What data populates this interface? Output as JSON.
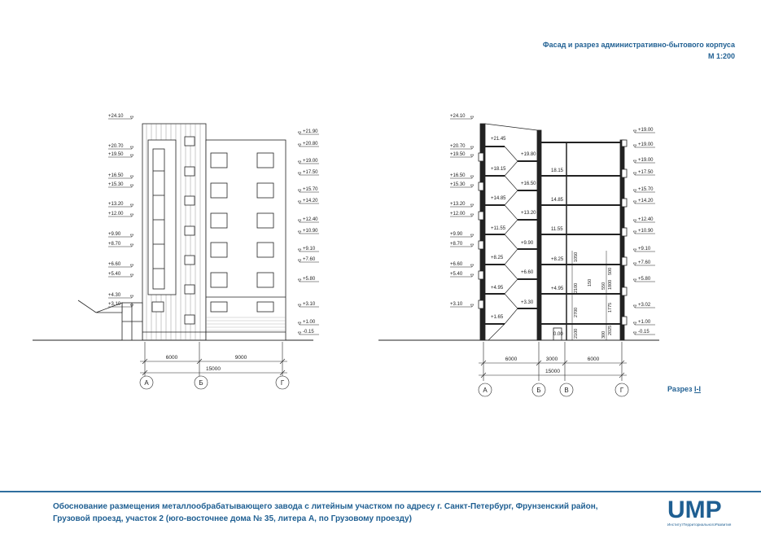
{
  "header": {
    "title": "Фасад и разрез административно-бытового корпуса",
    "scale": "М 1:200"
  },
  "facade": {
    "left_levels": [
      "+24.10",
      "+20.70",
      "+19.50",
      "+16.50",
      "+15.30",
      "+13.20",
      "+12.00",
      "+9.90",
      "+8.70",
      "+6.60",
      "+5.40",
      "+4.30",
      "+3.10"
    ],
    "right_levels": [
      "+21.90",
      "+20.80",
      "+19.00",
      "+17.50",
      "+15.70",
      "+14.20",
      "+12.40",
      "+10.90",
      "+9.10",
      "+7.60",
      "+5.80",
      "+3.10",
      "+1.00",
      "-0.15"
    ],
    "dims": [
      "6000",
      "9000",
      "15000"
    ],
    "axes": [
      "А",
      "Б",
      "Г"
    ]
  },
  "section": {
    "left_levels": [
      "+24.10",
      "+20.70",
      "+19.50",
      "+16.50",
      "+15.30",
      "+13.20",
      "+12.00",
      "+9.90",
      "+8.70",
      "+6.60",
      "+5.40",
      "+3.10"
    ],
    "right_levels": [
      "+19.00",
      "+19.00",
      "+19.00",
      "+17.50",
      "+15.70",
      "+14.20",
      "+12.40",
      "+10.90",
      "+9.10",
      "+7.60",
      "+5.80",
      "+3.02",
      "+1.00",
      "-0.15"
    ],
    "stair_levels": [
      "+21.45",
      "+19.80",
      "+18.15",
      "+16.50",
      "+14.85",
      "+13.20",
      "+11.55",
      "+9.90",
      "+8.25",
      "+6.60",
      "+4.95",
      "+3.30",
      "+1.65"
    ],
    "floor_levels": [
      "18.15",
      "14.85",
      "11.55",
      "+8.25",
      "+4.95",
      "0.00"
    ],
    "vertical_dims": [
      "1050",
      "150",
      "2100",
      "1800",
      "500",
      "550",
      "2700",
      "1775",
      "2100",
      "2025",
      "300"
    ],
    "dims": [
      "6000",
      "3000",
      "6000",
      "15000"
    ],
    "axes": [
      "А",
      "Б",
      "В",
      "Г"
    ],
    "label": "Разрез ",
    "label_id": "I-I"
  },
  "footer": {
    "line1": "Обоснование размещения металлообрабатывающего завода с литейным участком по адресу г. Санкт-Петербург, Фрунзенский район,",
    "line2": "Грузовой проезд, участок 2 (юго-восточнее дома № 35, литера А, по Грузовому проезду)",
    "logo_text": "UMP",
    "logo_sub": "ИнститутТерриториальногоРазвития"
  },
  "colors": {
    "accent": "#1f5f92",
    "line": "#222222"
  }
}
